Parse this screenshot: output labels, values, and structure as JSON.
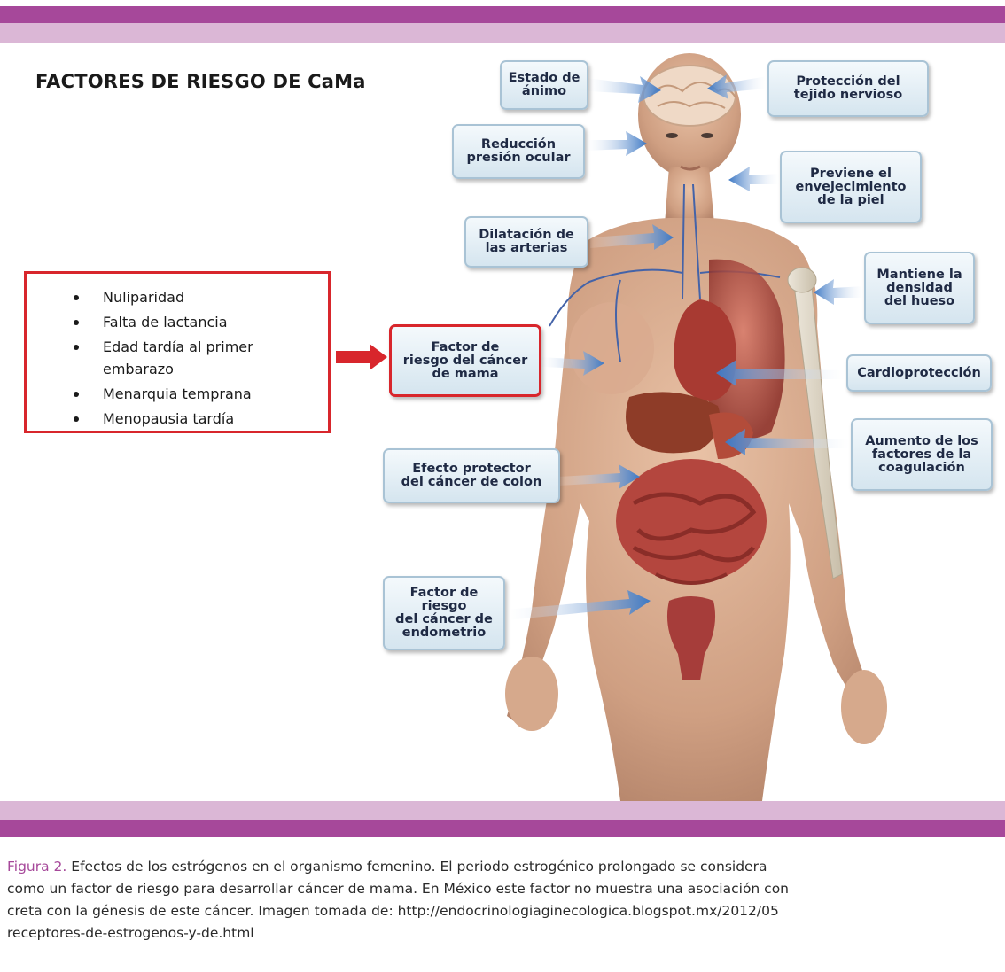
{
  "title": "FACTORES DE RIESGO DE CaMa",
  "risk_factors": [
    "Nuliparidad",
    "Falta de lactancia",
    "Edad tardía al primer embarazo",
    "Menarquia temprana",
    "Menopausia tardía"
  ],
  "labels": {
    "estado_animo": "Estado de\nánimo",
    "proteccion_nervioso": "Protección del\ntejido nervioso",
    "reduccion_ocular": "Reducción\npresión ocular",
    "envejecimiento_piel": "Previene el\nenvejecimiento\nde la piel",
    "dilatacion_arterias": "Dilatación de\nlas arterias",
    "densidad_hueso": "Mantiene la\ndensidad\ndel hueso",
    "cancer_mama": "Factor de\nriesgo del cáncer\nde mama",
    "cardioproteccion": "Cardioprotección",
    "coagulacion": "Aumento de los\nfactores de la\ncoagulación",
    "cancer_colon": "Efecto protector\ndel cáncer de colon",
    "cancer_endometrio": "Factor de riesgo\ndel cáncer de\nendometrio"
  },
  "caption": {
    "label": "Figura 2.",
    "line1": " Efectos de los estrógenos en el organismo femenino. El periodo estrogénico prolongado se considera",
    "line2": "como un factor de riesgo para desarrollar cáncer de mama. En México este factor no muestra una asociación con",
    "line3": "creta con la génesis de este cáncer. Imagen tomada de: http://endocrinologiaginecologica.blogspot.mx/2012/05",
    "line4": "receptores-de-estrogenos-y-de.html"
  },
  "colors": {
    "band_dark": "#a6489a",
    "band_light": "#dbb7d6",
    "risk_red": "#d8262c",
    "label_border": "#a9c3d5",
    "arrow_blue": "#3d78c4"
  }
}
